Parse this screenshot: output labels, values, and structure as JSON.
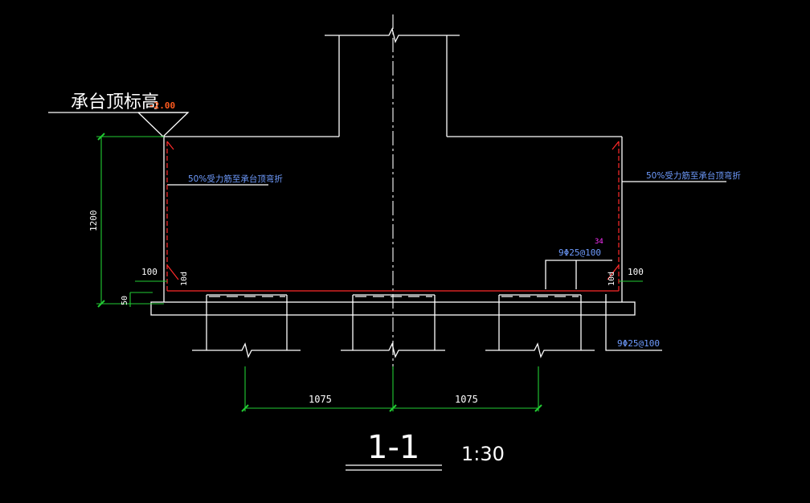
{
  "colors": {
    "background": "#000000",
    "outline": "#ffffff",
    "rebar": "#ff2a2a",
    "dimension": "#22cc33",
    "note": "#6f9cff",
    "elevation": "#ff5a1e",
    "magenta": "#ff30ff"
  },
  "elevation": {
    "label": "承台顶标高",
    "value": "-2.00"
  },
  "notes": {
    "left": "50%受力筋至承台顶弯折",
    "right": "50%受力筋至承台顶弯折",
    "rebar_top": "9Φ25@100",
    "rebar_bottom": "9Φ25@100",
    "rebar_count": "34"
  },
  "dimensions": {
    "height": "1200",
    "cover_left": "100",
    "cover_right": "100",
    "cushion": "50",
    "anchor_left": "10d",
    "anchor_right": "10d",
    "span_left": "1075",
    "span_right": "1075"
  },
  "section": {
    "title": "1-1",
    "scale": "1:30"
  }
}
